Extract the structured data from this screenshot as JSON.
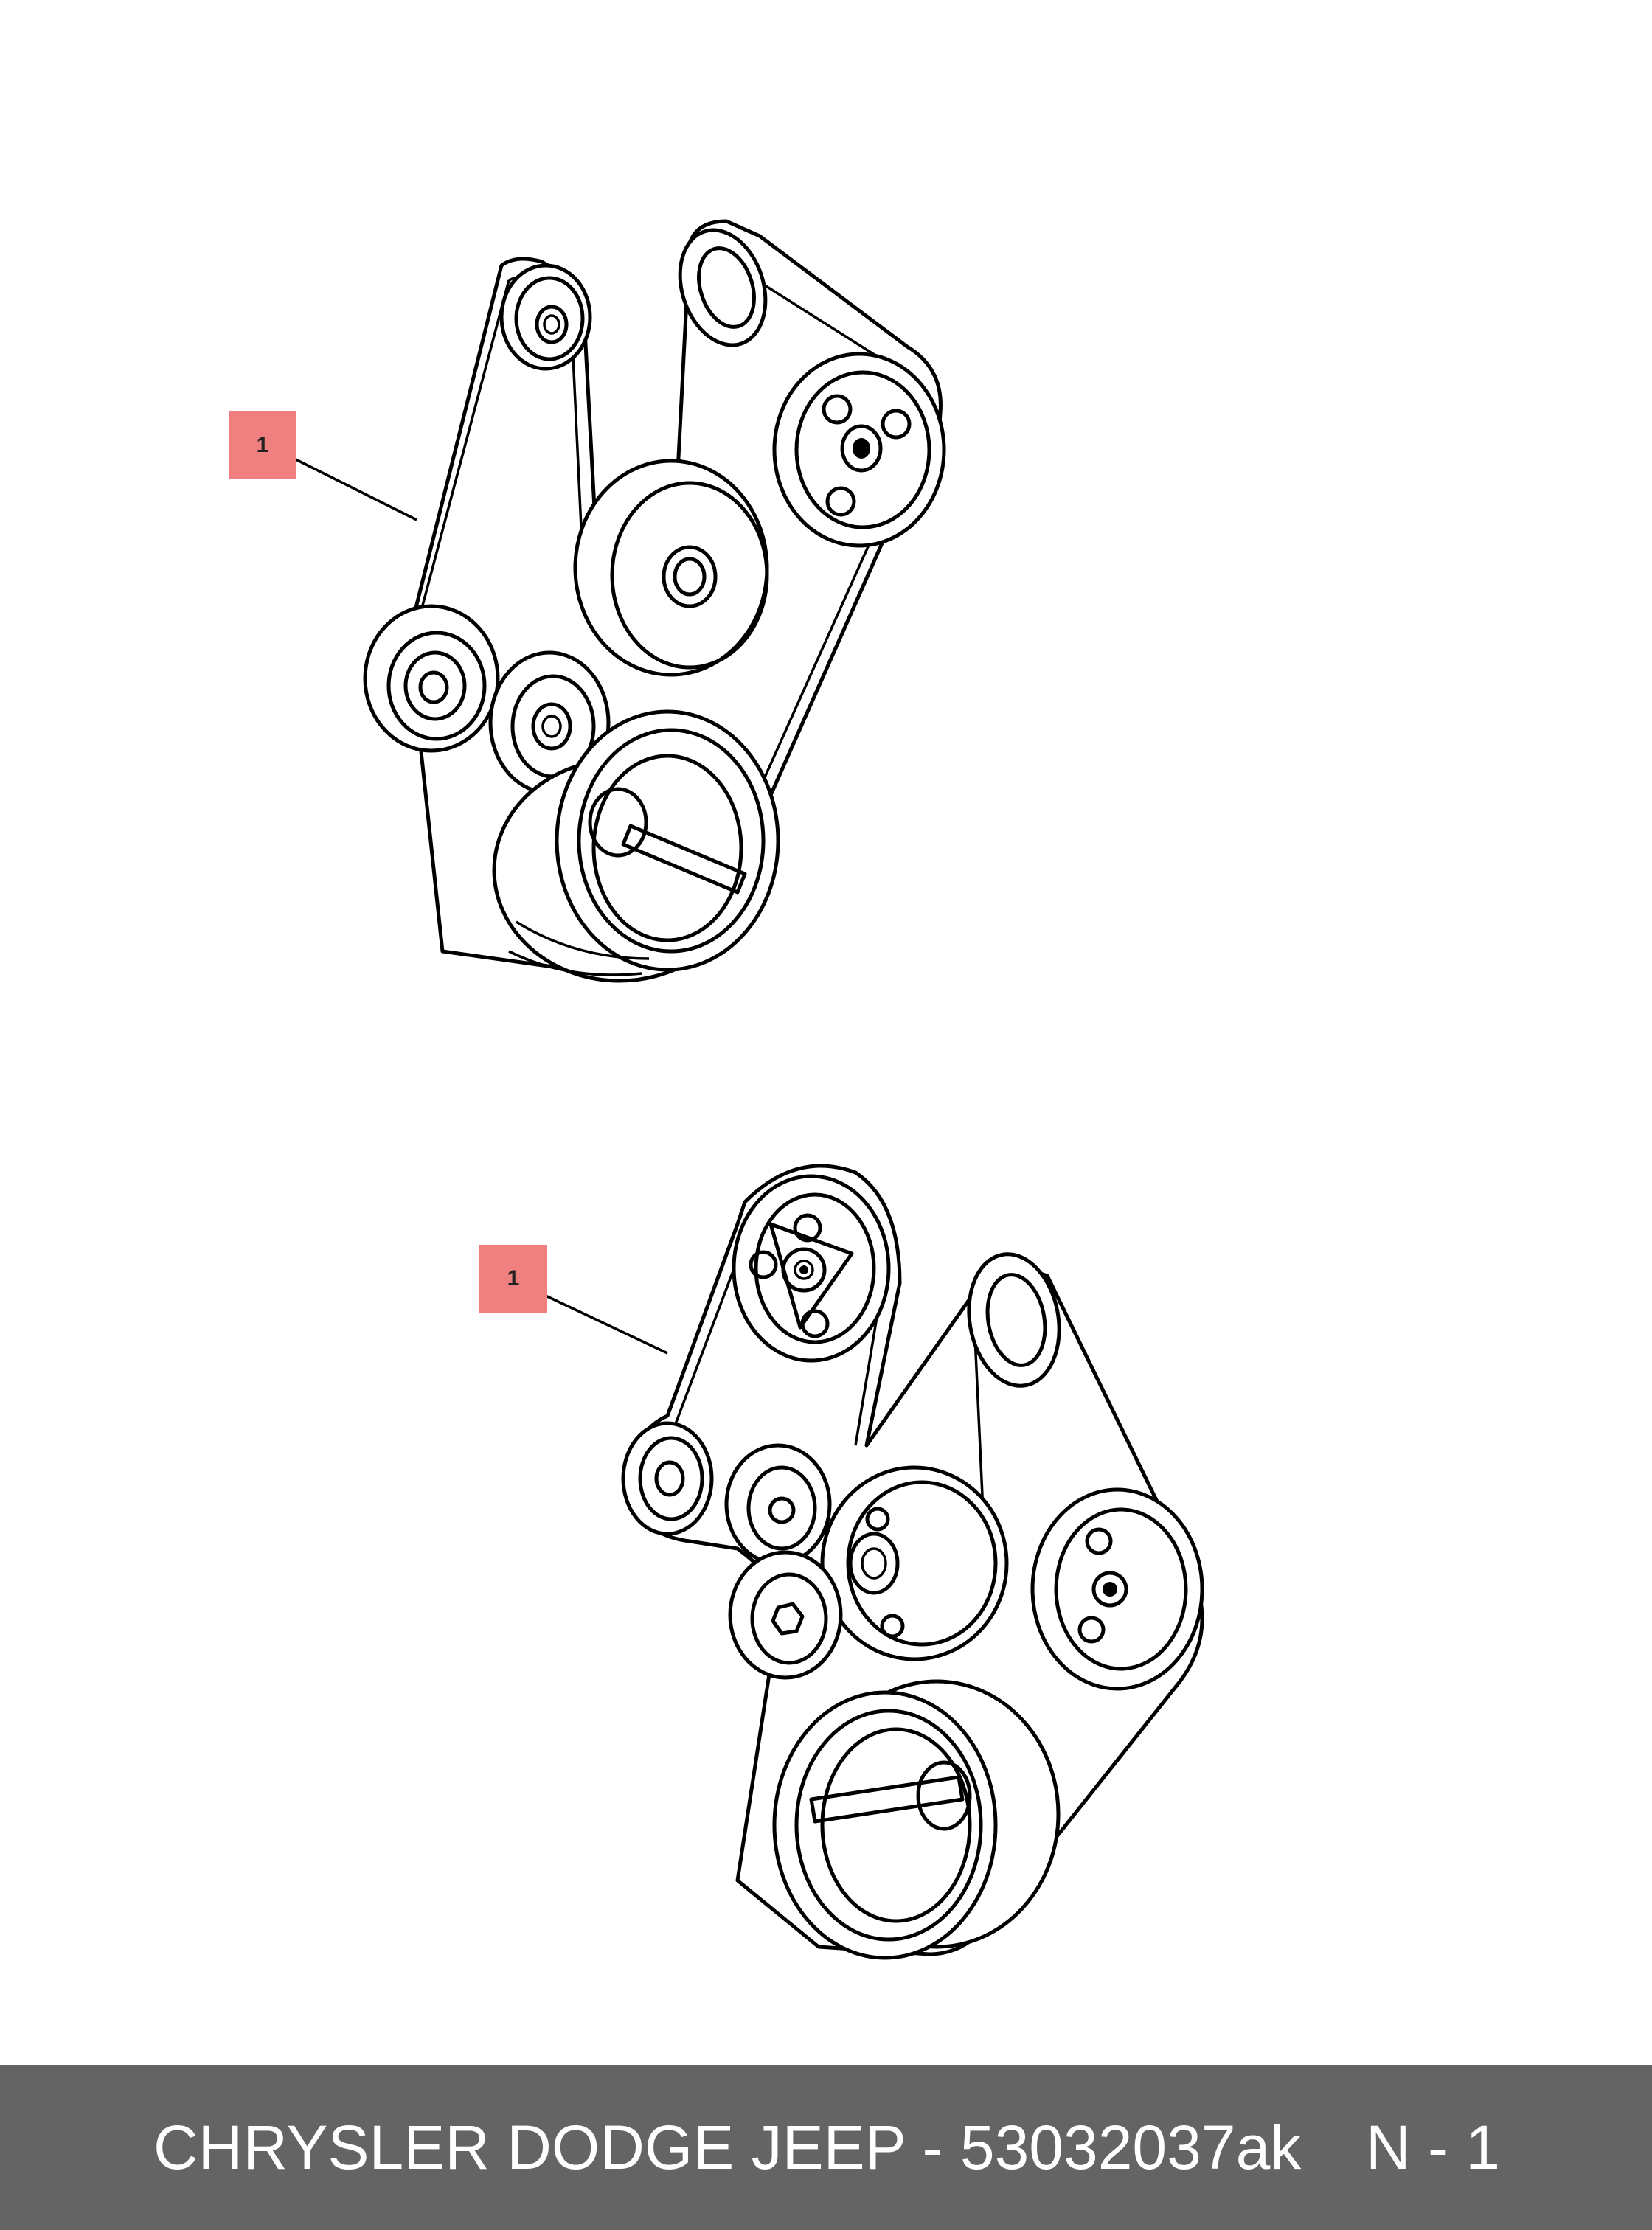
{
  "callouts": [
    {
      "label": "1"
    },
    {
      "label": "1"
    }
  ],
  "footer": {
    "title": "CHRYSLER DODGE JEEP - 53032037ak",
    "page": "N - 1"
  },
  "colors": {
    "callout_fill": "#f08080",
    "footer_background": "#646464",
    "footer_text": "#ffffff",
    "line_art": "#000000"
  }
}
